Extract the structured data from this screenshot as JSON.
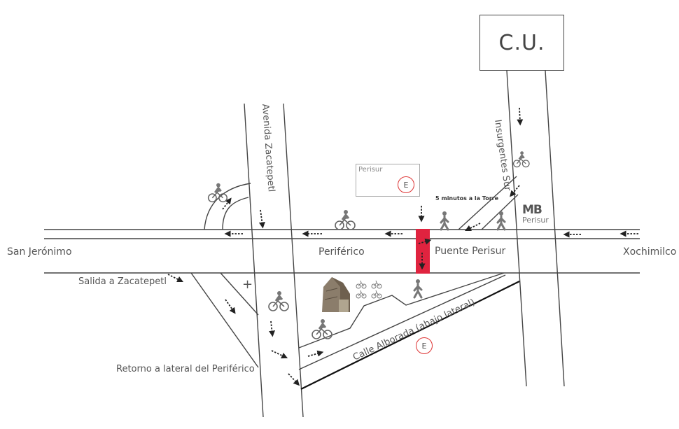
{
  "labels": {
    "cu": "C.U.",
    "insurgentes": "Insurgentes Sur",
    "zacatepetl": "Avenida Zacatepetl",
    "perisur_box": "Perisur",
    "e_upper": "E",
    "e_lower": "E",
    "minutos": "5 minutos a la Torre",
    "metrobus_logo": "MB",
    "metrobus_station": "Perisur",
    "san_jeronimo": "San  Jerónimo",
    "periferico": "Periférico",
    "puente": "Puente Perisur",
    "xochimilco": "Xochimilco",
    "salida": "Salida a Zacatepetl",
    "retorno": "Retorno a lateral del Periférico",
    "calle_alborada": "Calle Alborada (abajo lateral)",
    "plus": "+"
  },
  "colors": {
    "road": "#444444",
    "bridge": "#e0233f",
    "text": "#555555",
    "circle": "#dd3333"
  },
  "icons": [
    "bicycle-icon",
    "pedestrian-icon",
    "arrow-icon",
    "tower-photo",
    "metrobus-logo"
  ]
}
